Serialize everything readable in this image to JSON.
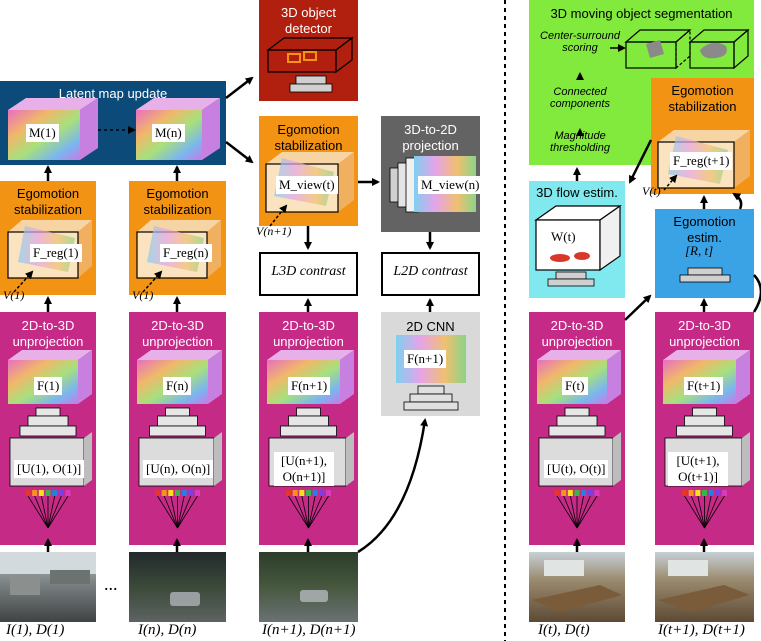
{
  "columns": {
    "unproj_title": "2D-to-3D unprojection",
    "ego_title": "Egomotion stabilization",
    "inputs": [
      "I(1), D(1)",
      "I(n), D(n)",
      "I(n+1), D(n+1)",
      "I(t), D(t)",
      "I(t+1), D(t+1)"
    ],
    "features": [
      "F(1)",
      "F(n)",
      "F(n+1)",
      "F(t)",
      "F(t+1)"
    ],
    "unproj_inputs": [
      "[U(1), O(1)]",
      "[U(n), O(n)]",
      "[U(n+1), O(n+1)]",
      "[U(t), O(t)]",
      "[U(t+1), O(t+1)]"
    ],
    "reg_features": [
      "F_reg(1)",
      "F_reg(n)"
    ],
    "view_labels": [
      "V(1)",
      "V(1)",
      "V(n+1)",
      "V(t)"
    ],
    "ellipsis": "..."
  },
  "latent_map": {
    "title": "Latent map update",
    "maps": [
      "M(1)",
      "M(n)"
    ]
  },
  "detector": {
    "title": "3D object detector"
  },
  "ego_view": {
    "title": "Egomotion stabilization",
    "feature": "M_view(t)"
  },
  "projection": {
    "title": "3D-to-2D projection",
    "feature": "M_view(n)"
  },
  "losses": {
    "l3d": "L3D contrast",
    "l2d": "L2D contrast"
  },
  "cnn2d": {
    "title": "2D CNN",
    "feature": "F(n+1)"
  },
  "segmentation": {
    "title": "3D moving object segmentation",
    "steps": [
      "Center-surround scoring",
      "Connected components",
      "Magnitude thresholding"
    ]
  },
  "flow": {
    "title": "3D flow estim.",
    "feature": "W(t)"
  },
  "ego_right": {
    "title": "Egomotion stabilization",
    "feature": "F_reg(t+1)"
  },
  "ego_estim": {
    "title": "Egomotion estim.",
    "feature": "[R, t]"
  },
  "colors": {
    "unprojection": "#c42a86",
    "egomotion": "#f39314",
    "latent_map": "#0c4b79",
    "detector": "#b11f0e",
    "projection": "#636363",
    "cnn": "#d9d9d9",
    "segmentation": "#82ea3c",
    "flow": "#7fe9ef",
    "ego_estim": "#3aa3e6"
  }
}
